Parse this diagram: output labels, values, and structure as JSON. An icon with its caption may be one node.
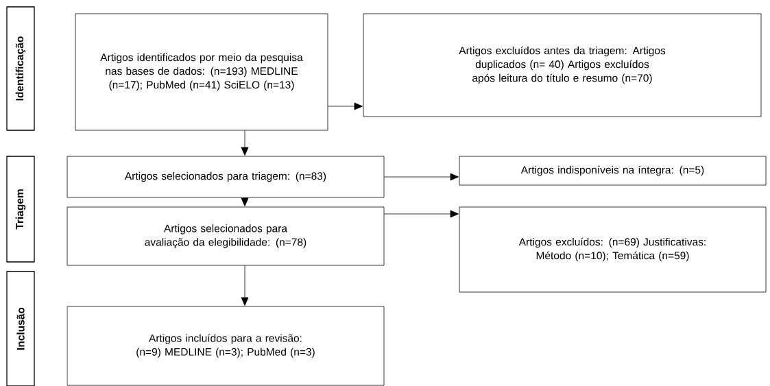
{
  "diagram": {
    "nodes": [
      {
        "text": [
          "Identificação"
        ]
      },
      {
        "text": [
          "Artigos identificados por meio da pesquisa nas bases de dados: (n=193) MEDLINE (n=17); PubMed (n=41) SciELO (n=13)"
        ]
      },
      {
        "text": [
          "Artigos excluídos antes da triagem: Artigos duplicados (n= 40) Artigos excluídos após leitura do título e resumo (n=70)"
        ]
      },
      {
        "text": [
          "Triagem"
        ]
      },
      {
        "text": [
          "Artigos selecionados para triagem: (n=83)"
        ]
      },
      {
        "text": [
          "Artigos indisponíveis na íntegra: (n=5)"
        ]
      },
      {
        "text": [
          "Artigos selecionados para avaliação da elegibilidade: (n=78)"
        ]
      },
      {
        "text": [
          "Artigos excluídos: (n=69) Justificativas: Método (n=10); Temática (n=59)"
        ]
      },
      {
        "text": [
          "Inclusão"
        ]
      },
      {
        "text": [
          "Artigos incluídos para a revisão: (n=9) MEDLINE (n=3); PubMed (n=3)"
        ]
      }
    ],
    "edges": [
      {
        "from": 1,
        "to": 2,
        "arrow": "to"
      },
      {
        "from": 1,
        "to": 4,
        "arrow": "to"
      },
      {
        "from": 4,
        "to": 5,
        "arrow": "to"
      },
      {
        "from": 4,
        "to": 6,
        "arrow": "to"
      },
      {
        "from": 6,
        "to": 7,
        "arrow": "to"
      },
      {
        "from": 6,
        "to": 9,
        "arrow": "to"
      }
    ]
  }
}
